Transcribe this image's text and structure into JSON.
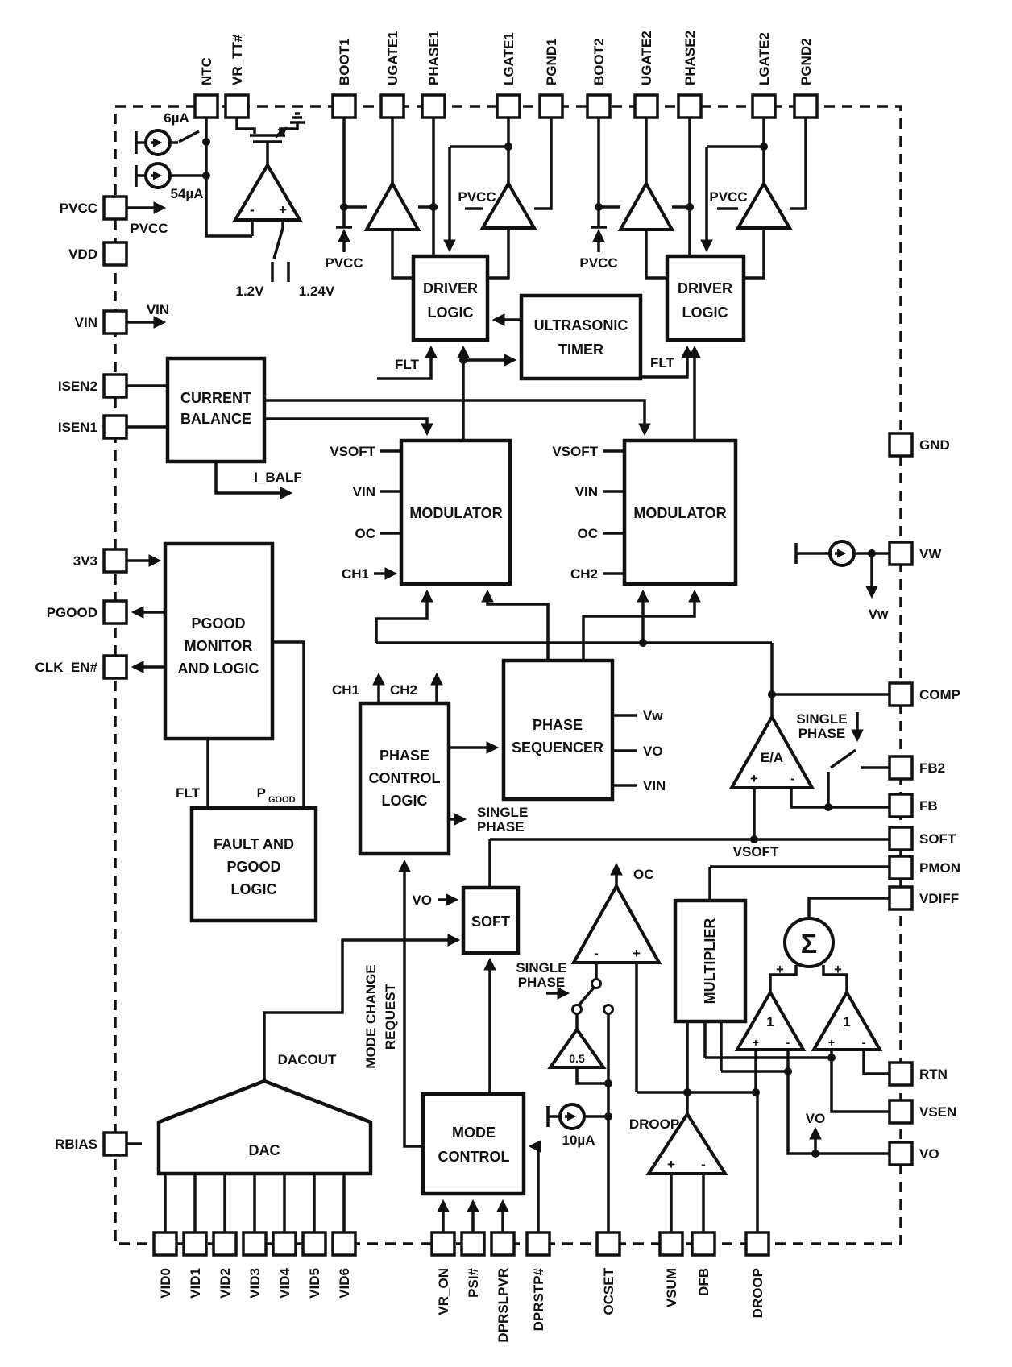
{
  "pins": {
    "top": [
      "NTC",
      "VR_TT#",
      "BOOT1",
      "UGATE1",
      "PHASE1",
      "LGATE1",
      "PGND1",
      "BOOT2",
      "UGATE2",
      "PHASE2",
      "LGATE2",
      "PGND2"
    ],
    "left": [
      "PVCC",
      "VDD",
      "VIN",
      "ISEN2",
      "ISEN1",
      "3V3",
      "PGOOD",
      "CLK_EN#",
      "RBIAS"
    ],
    "right": [
      "GND",
      "VW",
      "COMP",
      "FB2",
      "FB",
      "SOFT",
      "PMON",
      "VDIFF",
      "RTN",
      "VSEN",
      "VO"
    ],
    "bottom": [
      "VID0",
      "VID1",
      "VID2",
      "VID3",
      "VID4",
      "VID5",
      "VID6",
      "VR_ON",
      "PSI#",
      "DPRSLPVR",
      "DPRSTP#",
      "OCSET",
      "VSUM",
      "DFB",
      "DROOP"
    ]
  },
  "blocks": {
    "current_balance": [
      "CURRENT",
      "BALANCE"
    ],
    "driver_logic": [
      "DRIVER",
      "LOGIC"
    ],
    "ultrasonic_timer": [
      "ULTRASONIC",
      "TIMER"
    ],
    "modulator": [
      "MODULATOR"
    ],
    "pgood_monitor": [
      "PGOOD",
      "MONITOR",
      "AND LOGIC"
    ],
    "fault_pgood": [
      "FAULT AND",
      "PGOOD",
      "LOGIC"
    ],
    "phase_control": [
      "PHASE",
      "CONTROL",
      "LOGIC"
    ],
    "phase_sequencer": [
      "PHASE",
      "SEQUENCER"
    ],
    "soft": [
      "SOFT"
    ],
    "mode_control": [
      "MODE",
      "CONTROL"
    ],
    "dac": [
      "DAC"
    ],
    "multiplier": [
      "MULTIPLIER"
    ]
  },
  "labels": {
    "i6ua": "6µA",
    "i54ua": "54µA",
    "i10ua": "10µA",
    "pvcc": "PVCC",
    "vin": "VIN",
    "flt": "FLT",
    "v1_2": "1.2V",
    "v1_24": "1.24V",
    "i_balf": "I_BALF",
    "vsoft": "VSOFT",
    "oc": "OC",
    "ch1": "CH1",
    "ch2": "CH2",
    "vw": "Vw",
    "vo": "VO",
    "single": "SINGLE",
    "phase": "PHASE",
    "p": "P",
    "good_sub": "GOOD",
    "dacout": "DACOUT",
    "mode_change": "MODE CHANGE",
    "request": "REQUEST",
    "droop": "DROOP",
    "gain_half": "0.5",
    "gain_one": "1",
    "sigma": "Σ",
    "ea": "E/A",
    "plus": "+",
    "minus": "-"
  }
}
